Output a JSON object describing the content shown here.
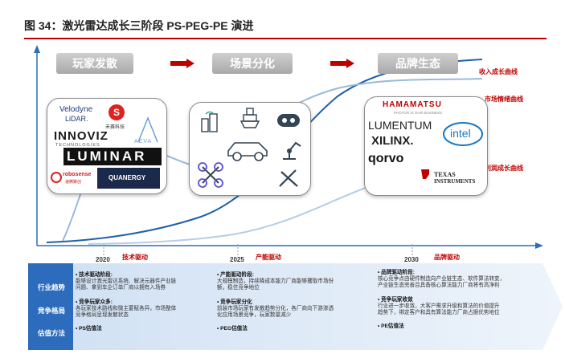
{
  "title": "图 34：激光雷达成长三阶段 PS-PEG-PE 演进",
  "stages": [
    "玩家发散",
    "场景分化",
    "品牌生态"
  ],
  "curves": [
    "收入成长曲线",
    "市场情绪曲线",
    "利润成长曲线"
  ],
  "years": [
    "2020",
    "2025",
    "2030"
  ],
  "drivers": [
    "技术驱动",
    "产能驱动",
    "品牌驱动"
  ],
  "stage1_logos": [
    "Velodyne",
    "LiDAR.",
    "禾赛科技",
    "INNOVIZ",
    "TECHNOLOGIES",
    "AEVA",
    "LUMINAR",
    "robosense",
    "速腾聚创",
    "QUANERGY"
  ],
  "stage3_logos": [
    "HAMAMATSU",
    "PHOTON IS OUR BUSINESS",
    "LUMENTUM",
    "XILINX.",
    "intel",
    "qorvo",
    "TEXAS",
    "INSTRUMENTS"
  ],
  "row_labels": [
    "行业趋势",
    "竞争格局",
    "估值方法"
  ],
  "columns": [
    {
      "trend_title": "技术驱动阶段:",
      "trend_lines": [
        "能够设计激光雷达系统、解决元器件产业链",
        "问题、拿到车企订单厂商以拥有入场券"
      ],
      "comp_title": "竞争玩家众多:",
      "comp_lines": [
        "各玩家技术路线和微主要赋各异，市场整体",
        "竞争格局呈现发散状态"
      ],
      "valuation": "PS估值法"
    },
    {
      "trend_title": "产能驱动阶段:",
      "trend_lines": [
        "大规模制造，持续降成本能力厂商能够攫取市场份",
        "额，稳住竞争地位"
      ],
      "comp_title": "竞争玩家分化",
      "comp_lines": [
        "前装市场玩家有发散趋势分化，各厂商向下游渗透",
        "化应用场景竞争，玩家数量减少"
      ],
      "valuation": "PEG估值法"
    },
    {
      "trend_title": "品牌驱动阶段:",
      "trend_lines": [
        "核心竞争点由硬件制造向产业链生态、软件算法转变，",
        "产业链生态完善且具备核心算法能力厂商将有高净利"
      ],
      "comp_title": "竞争玩家收敛",
      "comp_lines": [
        "行业进一步收敛，大客户需求升级和算法的价值提升",
        "趋势下，绑定客户和具有算法能力厂商占据优势地位"
      ],
      "valuation": "PE估值法"
    }
  ]
}
